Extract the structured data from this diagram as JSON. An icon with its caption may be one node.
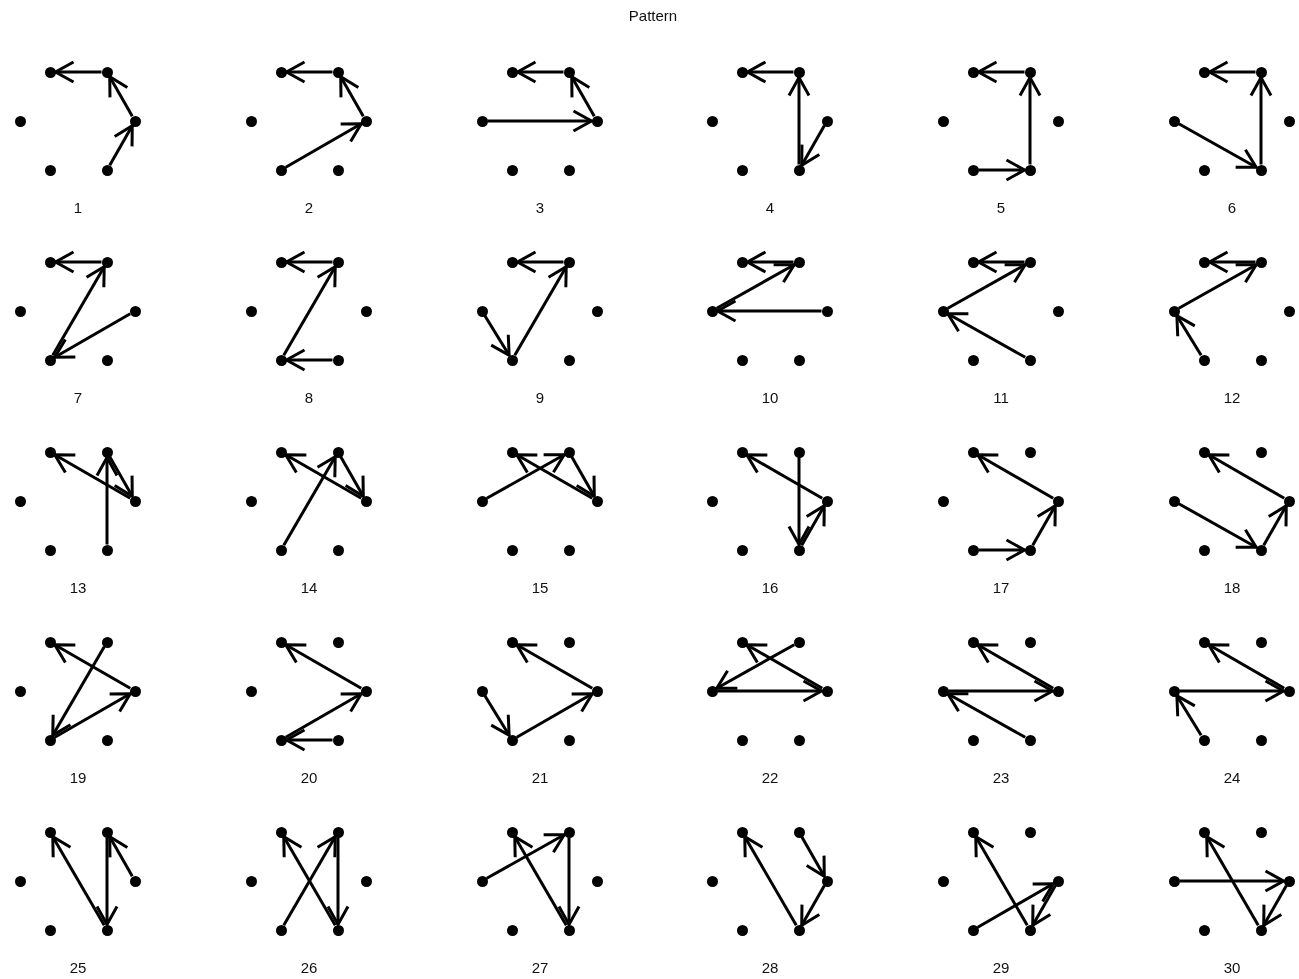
{
  "diagram": {
    "title": "Pattern",
    "nodes": [
      {
        "text": [],
        "shape": "circle"
      },
      {
        "text": [],
        "shape": "circle"
      },
      {
        "text": [],
        "shape": "circle"
      },
      {
        "text": [],
        "shape": "circle"
      },
      {
        "text": [],
        "shape": "circle"
      },
      {
        "text": [],
        "shape": "circle"
      },
      {
        "text": [],
        "shape": "circle"
      },
      {
        "text": [],
        "shape": "circle"
      },
      {
        "text": [],
        "shape": "circle"
      },
      {
        "text": [],
        "shape": "circle"
      },
      {
        "text": [],
        "shape": "circle"
      },
      {
        "text": [],
        "shape": "circle"
      },
      {
        "text": [],
        "shape": "circle"
      },
      {
        "text": [],
        "shape": "circle"
      },
      {
        "text": [],
        "shape": "circle"
      },
      {
        "text": [],
        "shape": "circle"
      },
      {
        "text": [],
        "shape": "circle"
      },
      {
        "text": [],
        "shape": "circle"
      },
      {
        "text": [],
        "shape": "circle"
      },
      {
        "text": [],
        "shape": "circle"
      },
      {
        "text": [],
        "shape": "circle"
      },
      {
        "text": [],
        "shape": "circle"
      },
      {
        "text": [],
        "shape": "circle"
      },
      {
        "text": [],
        "shape": "circle"
      },
      {
        "text": [],
        "shape": "circle"
      },
      {
        "text": [],
        "shape": "circle"
      },
      {
        "text": [],
        "shape": "circle"
      },
      {
        "text": [],
        "shape": "circle"
      },
      {
        "text": [],
        "shape": "circle"
      },
      {
        "text": [],
        "shape": "circle"
      },
      {
        "text": [],
        "shape": "circle"
      },
      {
        "text": [],
        "shape": "circle"
      },
      {
        "text": [],
        "shape": "circle"
      },
      {
        "text": [],
        "shape": "circle"
      },
      {
        "text": [],
        "shape": "circle"
      },
      {
        "text": [],
        "shape": "circle"
      },
      {
        "text": [],
        "shape": "circle"
      },
      {
        "text": [],
        "shape": "circle"
      },
      {
        "text": [],
        "shape": "circle"
      },
      {
        "text": [],
        "shape": "circle"
      },
      {
        "text": [],
        "shape": "circle"
      },
      {
        "text": [],
        "shape": "circle"
      },
      {
        "text": [],
        "shape": "circle"
      },
      {
        "text": [],
        "shape": "circle"
      },
      {
        "text": [],
        "shape": "circle"
      },
      {
        "text": [],
        "shape": "circle"
      },
      {
        "text": [],
        "shape": "circle"
      },
      {
        "text": [],
        "shape": "circle"
      },
      {
        "text": [],
        "shape": "circle"
      },
      {
        "text": [],
        "shape": "circle"
      },
      {
        "text": [],
        "shape": "circle"
      },
      {
        "text": [],
        "shape": "circle"
      },
      {
        "text": [],
        "shape": "circle"
      },
      {
        "text": [],
        "shape": "circle"
      },
      {
        "text": [],
        "shape": "circle"
      },
      {
        "text": [],
        "shape": "circle"
      },
      {
        "text": [],
        "shape": "circle"
      },
      {
        "text": [],
        "shape": "circle"
      },
      {
        "text": [],
        "shape": "circle"
      },
      {
        "text": [],
        "shape": "circle"
      },
      {
        "text": [],
        "shape": "circle"
      },
      {
        "text": [],
        "shape": "circle"
      },
      {
        "text": [],
        "shape": "circle"
      },
      {
        "text": [],
        "shape": "circle"
      },
      {
        "text": [],
        "shape": "circle"
      },
      {
        "text": [],
        "shape": "circle"
      },
      {
        "text": [],
        "shape": "circle"
      },
      {
        "text": [],
        "shape": "circle"
      },
      {
        "text": [],
        "shape": "circle"
      },
      {
        "text": [],
        "shape": "circle"
      },
      {
        "text": [],
        "shape": "circle"
      },
      {
        "text": [],
        "shape": "circle"
      },
      {
        "text": [],
        "shape": "circle"
      },
      {
        "text": [],
        "shape": "circle"
      },
      {
        "text": [],
        "shape": "circle"
      },
      {
        "text": [],
        "shape": "circle"
      },
      {
        "text": [],
        "shape": "circle"
      },
      {
        "text": [],
        "shape": "circle"
      },
      {
        "text": [],
        "shape": "circle"
      },
      {
        "text": [],
        "shape": "circle"
      },
      {
        "text": [],
        "shape": "circle"
      },
      {
        "text": [],
        "shape": "circle"
      },
      {
        "text": [],
        "shape": "circle"
      },
      {
        "text": [],
        "shape": "circle"
      },
      {
        "text": [],
        "shape": "circle"
      },
      {
        "text": [],
        "shape": "circle"
      },
      {
        "text": [],
        "shape": "circle"
      },
      {
        "text": [],
        "shape": "circle"
      },
      {
        "text": [],
        "shape": "circle"
      },
      {
        "text": [],
        "shape": "circle"
      },
      {
        "text": [],
        "shape": "circle"
      },
      {
        "text": [],
        "shape": "circle"
      },
      {
        "text": [],
        "shape": "circle"
      },
      {
        "text": [],
        "shape": "circle"
      },
      {
        "text": [],
        "shape": "circle"
      },
      {
        "text": [],
        "shape": "circle"
      },
      {
        "text": [],
        "shape": "circle"
      },
      {
        "text": [],
        "shape": "circle"
      },
      {
        "text": [],
        "shape": "circle"
      },
      {
        "text": [],
        "shape": "circle"
      },
      {
        "text": [],
        "shape": "circle"
      },
      {
        "text": [],
        "shape": "circle"
      },
      {
        "text": [],
        "shape": "circle"
      },
      {
        "text": [],
        "shape": "circle"
      },
      {
        "text": [],
        "shape": "circle"
      },
      {
        "text": [],
        "shape": "circle"
      },
      {
        "text": [],
        "shape": "circle"
      },
      {
        "text": [],
        "shape": "circle"
      },
      {
        "text": [],
        "shape": "circle"
      },
      {
        "text": [],
        "shape": "circle"
      },
      {
        "text": [],
        "shape": "circle"
      },
      {
        "text": [],
        "shape": "circle"
      },
      {
        "text": [],
        "shape": "circle"
      },
      {
        "text": [],
        "shape": "circle"
      },
      {
        "text": [],
        "shape": "circle"
      },
      {
        "text": [],
        "shape": "circle"
      },
      {
        "text": [],
        "shape": "circle"
      },
      {
        "text": [],
        "shape": "circle"
      },
      {
        "text": [],
        "shape": "circle"
      },
      {
        "text": [],
        "shape": "circle"
      },
      {
        "text": [],
        "shape": "circle"
      },
      {
        "text": [],
        "shape": "circle"
      },
      {
        "text": [],
        "shape": "circle"
      },
      {
        "text": [],
        "shape": "circle"
      },
      {
        "text": [],
        "shape": "circle"
      },
      {
        "text": [],
        "shape": "circle"
      },
      {
        "text": [],
        "shape": "circle"
      },
      {
        "text": [],
        "shape": "circle"
      },
      {
        "text": [],
        "shape": "circle"
      },
      {
        "text": [],
        "shape": "circle"
      },
      {
        "text": [],
        "shape": "circle"
      },
      {
        "text": [],
        "shape": "circle"
      },
      {
        "text": [],
        "shape": "circle"
      },
      {
        "text": [],
        "shape": "circle"
      },
      {
        "text": [],
        "shape": "circle"
      },
      {
        "text": [],
        "shape": "circle"
      },
      {
        "text": [],
        "shape": "circle"
      },
      {
        "text": [],
        "shape": "circle"
      },
      {
        "text": [],
        "shape": "circle"
      },
      {
        "text": [],
        "shape": "circle"
      },
      {
        "text": [],
        "shape": "circle"
      },
      {
        "text": [],
        "shape": "circle"
      },
      {
        "text": [],
        "shape": "circle"
      },
      {
        "text": [],
        "shape": "circle"
      },
      {
        "text": [],
        "shape": "circle"
      },
      {
        "text": [],
        "shape": "circle"
      },
      {
        "text": [],
        "shape": "circle"
      },
      {
        "text": [],
        "shape": "circle"
      },
      {
        "text": [],
        "shape": "circle"
      },
      {
        "text": [],
        "shape": "circle"
      },
      {
        "text": [],
        "shape": "circle"
      },
      {
        "text": [],
        "shape": "circle"
      },
      {
        "text": [],
        "shape": "circle"
      },
      {
        "text": [],
        "shape": "circle"
      },
      {
        "text": [],
        "shape": "circle"
      },
      {
        "text": [],
        "shape": "circle"
      },
      {
        "text": [],
        "shape": "circle"
      },
      {
        "text": [],
        "shape": "circle"
      },
      {
        "text": [],
        "shape": "circle"
      },
      {
        "text": [],
        "shape": "circle"
      },
      {
        "text": [],
        "shape": "circle"
      },
      {
        "text": [],
        "shape": "circle"
      },
      {
        "text": [],
        "shape": "circle"
      },
      {
        "text": [],
        "shape": "circle"
      },
      {
        "text": [],
        "shape": "circle"
      },
      {
        "text": [],
        "shape": "circle"
      },
      {
        "text": [],
        "shape": "circle"
      },
      {
        "text": [],
        "shape": "circle"
      },
      {
        "text": [],
        "shape": "circle"
      },
      {
        "text": [],
        "shape": "circle"
      },
      {
        "text": [],
        "shape": "circle"
      },
      {
        "text": [],
        "shape": "circle"
      },
      {
        "text": [],
        "shape": "circle"
      },
      {
        "text": [],
        "shape": "circle"
      },
      {
        "text": [],
        "shape": "circle"
      },
      {
        "text": [],
        "shape": "circle"
      },
      {
        "text": [],
        "shape": "circle"
      },
      {
        "text": [],
        "shape": "circle"
      },
      {
        "text": [],
        "shape": "circle"
      },
      {
        "text": [],
        "shape": "circle"
      }
    ],
    "edges": [
      {
        "from": 5,
        "to": 3,
        "arrow": "to"
      },
      {
        "from": 3,
        "to": 1,
        "arrow": "to"
      },
      {
        "from": 1,
        "to": 0,
        "arrow": "to"
      },
      {
        "from": 10,
        "to": 9,
        "arrow": "to"
      },
      {
        "from": 9,
        "to": 7,
        "arrow": "to"
      },
      {
        "from": 7,
        "to": 6,
        "arrow": "to"
      },
      {
        "from": 14,
        "to": 15,
        "arrow": "to"
      },
      {
        "from": 15,
        "to": 13,
        "arrow": "to"
      },
      {
        "from": 13,
        "to": 12,
        "arrow": "to"
      },
      {
        "from": 21,
        "to": 23,
        "arrow": "to"
      },
      {
        "from": 23,
        "to": 19,
        "arrow": "to"
      },
      {
        "from": 19,
        "to": 18,
        "arrow": "to"
      },
      {
        "from": 28,
        "to": 29,
        "arrow": "to"
      },
      {
        "from": 29,
        "to": 25,
        "arrow": "to"
      },
      {
        "from": 25,
        "to": 24,
        "arrow": "to"
      },
      {
        "from": 32,
        "to": 35,
        "arrow": "to"
      },
      {
        "from": 35,
        "to": 31,
        "arrow": "to"
      },
      {
        "from": 31,
        "to": 30,
        "arrow": "to"
      },
      {
        "from": 39,
        "to": 40,
        "arrow": "to"
      },
      {
        "from": 40,
        "to": 37,
        "arrow": "to"
      },
      {
        "from": 37,
        "to": 36,
        "arrow": "to"
      },
      {
        "from": 47,
        "to": 46,
        "arrow": "to"
      },
      {
        "from": 46,
        "to": 43,
        "arrow": "to"
      },
      {
        "from": 43,
        "to": 42,
        "arrow": "to"
      },
      {
        "from": 50,
        "to": 52,
        "arrow": "to"
      },
      {
        "from": 52,
        "to": 49,
        "arrow": "to"
      },
      {
        "from": 49,
        "to": 48,
        "arrow": "to"
      },
      {
        "from": 57,
        "to": 56,
        "arrow": "to"
      },
      {
        "from": 56,
        "to": 55,
        "arrow": "to"
      },
      {
        "from": 55,
        "to": 54,
        "arrow": "to"
      },
      {
        "from": 65,
        "to": 62,
        "arrow": "to"
      },
      {
        "from": 62,
        "to": 61,
        "arrow": "to"
      },
      {
        "from": 61,
        "to": 60,
        "arrow": "to"
      },
      {
        "from": 70,
        "to": 68,
        "arrow": "to"
      },
      {
        "from": 68,
        "to": 67,
        "arrow": "to"
      },
      {
        "from": 67,
        "to": 66,
        "arrow": "to"
      },
      {
        "from": 77,
        "to": 73,
        "arrow": "to"
      },
      {
        "from": 73,
        "to": 75,
        "arrow": "to"
      },
      {
        "from": 75,
        "to": 72,
        "arrow": "to"
      },
      {
        "from": 82,
        "to": 79,
        "arrow": "to"
      },
      {
        "from": 79,
        "to": 81,
        "arrow": "to"
      },
      {
        "from": 81,
        "to": 78,
        "arrow": "to"
      },
      {
        "from": 86,
        "to": 85,
        "arrow": "to"
      },
      {
        "from": 85,
        "to": 87,
        "arrow": "to"
      },
      {
        "from": 87,
        "to": 84,
        "arrow": "to"
      },
      {
        "from": 91,
        "to": 95,
        "arrow": "to"
      },
      {
        "from": 95,
        "to": 93,
        "arrow": "to"
      },
      {
        "from": 93,
        "to": 90,
        "arrow": "to"
      },
      {
        "from": 100,
        "to": 101,
        "arrow": "to"
      },
      {
        "from": 101,
        "to": 99,
        "arrow": "to"
      },
      {
        "from": 99,
        "to": 96,
        "arrow": "to"
      },
      {
        "from": 104,
        "to": 107,
        "arrow": "to"
      },
      {
        "from": 107,
        "to": 105,
        "arrow": "to"
      },
      {
        "from": 105,
        "to": 102,
        "arrow": "to"
      },
      {
        "from": 109,
        "to": 112,
        "arrow": "to"
      },
      {
        "from": 112,
        "to": 111,
        "arrow": "to"
      },
      {
        "from": 111,
        "to": 108,
        "arrow": "to"
      },
      {
        "from": 119,
        "to": 118,
        "arrow": "to"
      },
      {
        "from": 118,
        "to": 117,
        "arrow": "to"
      },
      {
        "from": 117,
        "to": 114,
        "arrow": "to"
      },
      {
        "from": 122,
        "to": 124,
        "arrow": "to"
      },
      {
        "from": 124,
        "to": 123,
        "arrow": "to"
      },
      {
        "from": 123,
        "to": 120,
        "arrow": "to"
      },
      {
        "from": 127,
        "to": 128,
        "arrow": "to"
      },
      {
        "from": 128,
        "to": 129,
        "arrow": "to"
      },
      {
        "from": 129,
        "to": 126,
        "arrow": "to"
      },
      {
        "from": 137,
        "to": 134,
        "arrow": "to"
      },
      {
        "from": 134,
        "to": 135,
        "arrow": "to"
      },
      {
        "from": 135,
        "to": 132,
        "arrow": "to"
      },
      {
        "from": 142,
        "to": 140,
        "arrow": "to"
      },
      {
        "from": 140,
        "to": 141,
        "arrow": "to"
      },
      {
        "from": 141,
        "to": 138,
        "arrow": "to"
      },
      {
        "from": 147,
        "to": 145,
        "arrow": "to"
      },
      {
        "from": 145,
        "to": 149,
        "arrow": "to"
      },
      {
        "from": 149,
        "to": 144,
        "arrow": "to"
      },
      {
        "from": 154,
        "to": 151,
        "arrow": "to"
      },
      {
        "from": 151,
        "to": 155,
        "arrow": "to"
      },
      {
        "from": 155,
        "to": 150,
        "arrow": "to"
      },
      {
        "from": 158,
        "to": 157,
        "arrow": "to"
      },
      {
        "from": 157,
        "to": 161,
        "arrow": "to"
      },
      {
        "from": 161,
        "to": 156,
        "arrow": "to"
      },
      {
        "from": 163,
        "to": 165,
        "arrow": "to"
      },
      {
        "from": 165,
        "to": 167,
        "arrow": "to"
      },
      {
        "from": 167,
        "to": 162,
        "arrow": "to"
      },
      {
        "from": 172,
        "to": 171,
        "arrow": "to"
      },
      {
        "from": 171,
        "to": 173,
        "arrow": "to"
      },
      {
        "from": 173,
        "to": 168,
        "arrow": "to"
      },
      {
        "from": 176,
        "to": 177,
        "arrow": "to"
      },
      {
        "from": 177,
        "to": 179,
        "arrow": "to"
      },
      {
        "from": 179,
        "to": 174,
        "arrow": "to"
      }
    ],
    "labels": [
      "1",
      "2",
      "3",
      "4",
      "5",
      "6",
      "7",
      "8",
      "9",
      "10",
      "11",
      "12",
      "13",
      "14",
      "15",
      "16",
      "17",
      "18",
      "19",
      "20",
      "21",
      "22",
      "23",
      "24",
      "25",
      "26",
      "27",
      "28",
      "29",
      "30"
    ]
  }
}
